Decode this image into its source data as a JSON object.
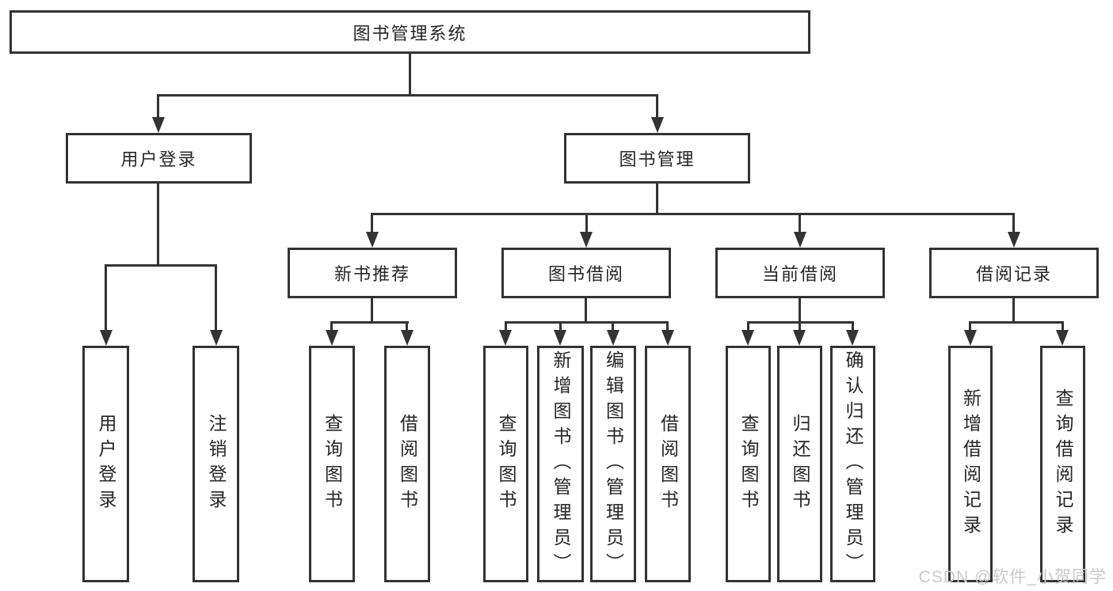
{
  "diagram": {
    "root": {
      "label": "图书管理系统"
    },
    "branches": [
      {
        "label": "用户登录",
        "children": [
          {
            "label": "用户登录"
          },
          {
            "label": "注销登录"
          }
        ]
      },
      {
        "label": "图书管理",
        "children": [
          {
            "label": "新书推荐",
            "children": [
              {
                "label": "查询图书"
              },
              {
                "label": "借阅图书"
              }
            ]
          },
          {
            "label": "图书借阅",
            "children": [
              {
                "label": "查询图书"
              },
              {
                "label": "新增图书（管理员）"
              },
              {
                "label": "编辑图书（管理员）"
              },
              {
                "label": "借阅图书"
              }
            ]
          },
          {
            "label": "当前借阅",
            "children": [
              {
                "label": "查询图书"
              },
              {
                "label": "归还图书"
              },
              {
                "label": "确认归还（管理员）"
              }
            ]
          },
          {
            "label": "借阅记录",
            "children": [
              {
                "label": "新增借阅记录"
              },
              {
                "label": "查询借阅记录"
              }
            ]
          }
        ]
      }
    ]
  },
  "watermark": {
    "text": "CSDN @软件_小贺同学"
  },
  "colors": {
    "line": "#333333",
    "box-bg": "#ffffff",
    "text": "#262626",
    "watermark": "#c9c9c9"
  }
}
